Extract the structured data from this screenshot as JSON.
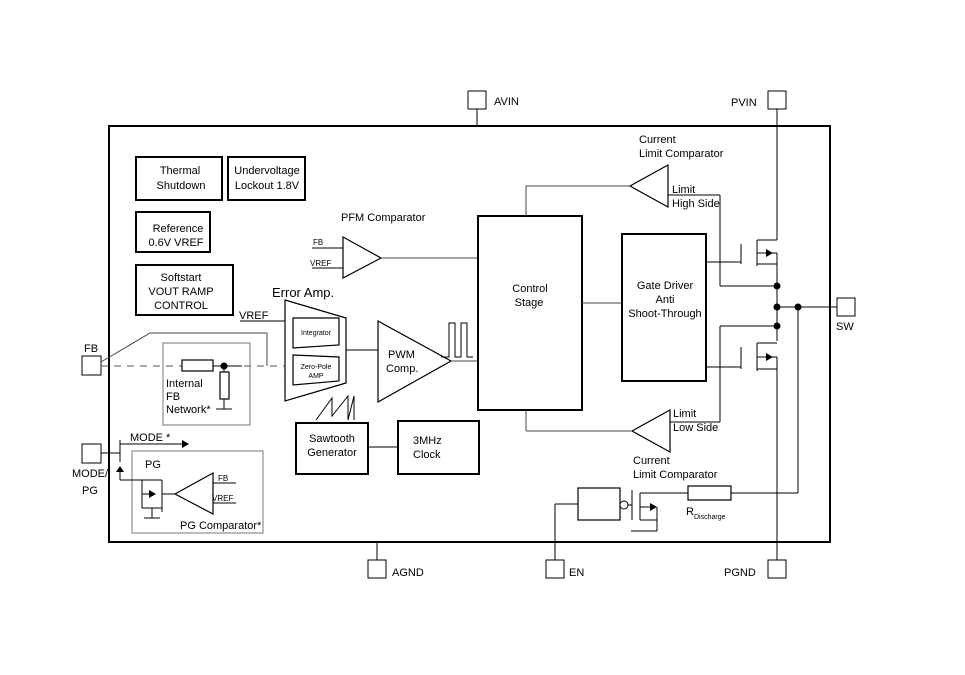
{
  "pins": {
    "avin": "AVIN",
    "pvin": "PVIN",
    "fb": "FB",
    "sw": "SW",
    "mode": "MODE/",
    "pg": "PG",
    "agnd": "AGND",
    "en": "EN",
    "pgnd": "PGND"
  },
  "blocks": {
    "thermal_line1": "Thermal",
    "thermal_line2": "Shutdown",
    "uvlo_line1": "Undervoltage",
    "uvlo_line2": "Lockout 1.8V",
    "reference_line1": "Reference",
    "reference_line2": "0.6V VREF",
    "softstart_line1": "Softstart",
    "softstart_line2": "VOUT RAMP",
    "softstart_line3": "CONTROL",
    "control_line1": "Control",
    "control_line2": "Stage",
    "gate_line1": "Gate Driver",
    "gate_line2": "Anti",
    "gate_line3": "Shoot-Through",
    "sawtooth_line1": "Sawtooth",
    "sawtooth_line2": "Generator",
    "clock_line1": "3MHz",
    "clock_line2": "Clock",
    "pwm_line1": "PWM",
    "pwm_line2": "Comp.",
    "integrator": "Integrator",
    "zero_pole_line1": "Zero-Pole",
    "zero_pole_line2": "AMP"
  },
  "labels": {
    "pfm_comparator": "PFM Comparator",
    "pfm_fb": "FB",
    "pfm_vref": "VREF",
    "error_amp": "Error Amp.",
    "vref": "VREF",
    "internal_line1": "Internal",
    "internal_line2": "FB",
    "internal_line3": "Network*",
    "mode_arrow": "MODE *",
    "pg_label": "PG",
    "pg_fb": "FB",
    "pg_vref": "VREF",
    "pg_comparator": "PG Comparator*",
    "cl_top_line1": "Current",
    "cl_top_line2": "Limit Comparator",
    "limit_high_line1": "Limit",
    "limit_high_line2": "High Side",
    "limit_low_line1": "Limit",
    "limit_low_line2": "Low Side",
    "cl_bottom_line1": "Current",
    "cl_bottom_line2": "Limit Comparator",
    "r_discharge_main": "R",
    "r_discharge_sub": "Discharge"
  },
  "colors": {
    "line": "#000000",
    "background": "#ffffff"
  }
}
